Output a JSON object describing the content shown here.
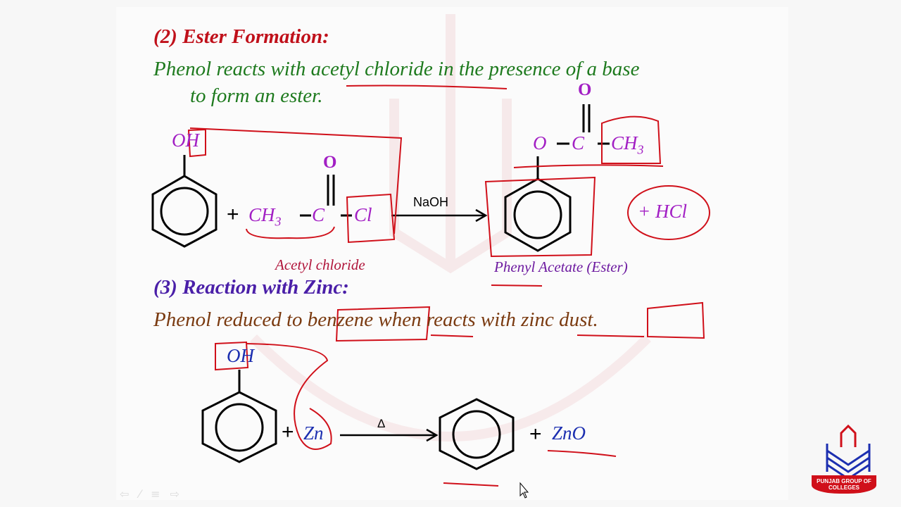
{
  "section2": {
    "heading": "(2) Ester Formation:",
    "line1": "Phenol reacts with acetyl chloride in the presence of a base",
    "line2": "to form an ester."
  },
  "reaction1": {
    "oh": "OH",
    "plus": "+",
    "ch3": "CH",
    "sub3": "3",
    "c": "C",
    "o": "O",
    "cl": "Cl",
    "reagent": "NaOH",
    "label_reactant": "Acetyl chloride",
    "prod_o": "O",
    "prod_c": "C",
    "prod_o_top": "O",
    "prod_ch3": "CH",
    "prod_sub3": "3",
    "byproduct": "+ HCl",
    "label_product": "Phenyl Acetate (Ester)"
  },
  "section3": {
    "heading": "(3) Reaction with Zinc:",
    "line1": "Phenol reduced to benzene when reacts with zinc dust."
  },
  "reaction2": {
    "oh": "OH",
    "plus": "+",
    "zn": "Zn",
    "condition": "Δ",
    "byproduct_plus": "+",
    "byproduct": "ZnO"
  },
  "nav": {
    "icons": [
      "back-icon",
      "pen-icon",
      "menu-icon",
      "forward-icon"
    ],
    "glyphs": "⇦⁄≡⇨"
  },
  "logo": {
    "text": "PUNJAB GROUP OF COLLEGES"
  },
  "colors": {
    "title": "#c0101a",
    "green": "#1e7a1e",
    "purple": "#a21fc4",
    "indigo": "#4a1fa8",
    "brown": "#7a3a10",
    "blue": "#1c2fb0",
    "annotation": "#d0101a"
  }
}
